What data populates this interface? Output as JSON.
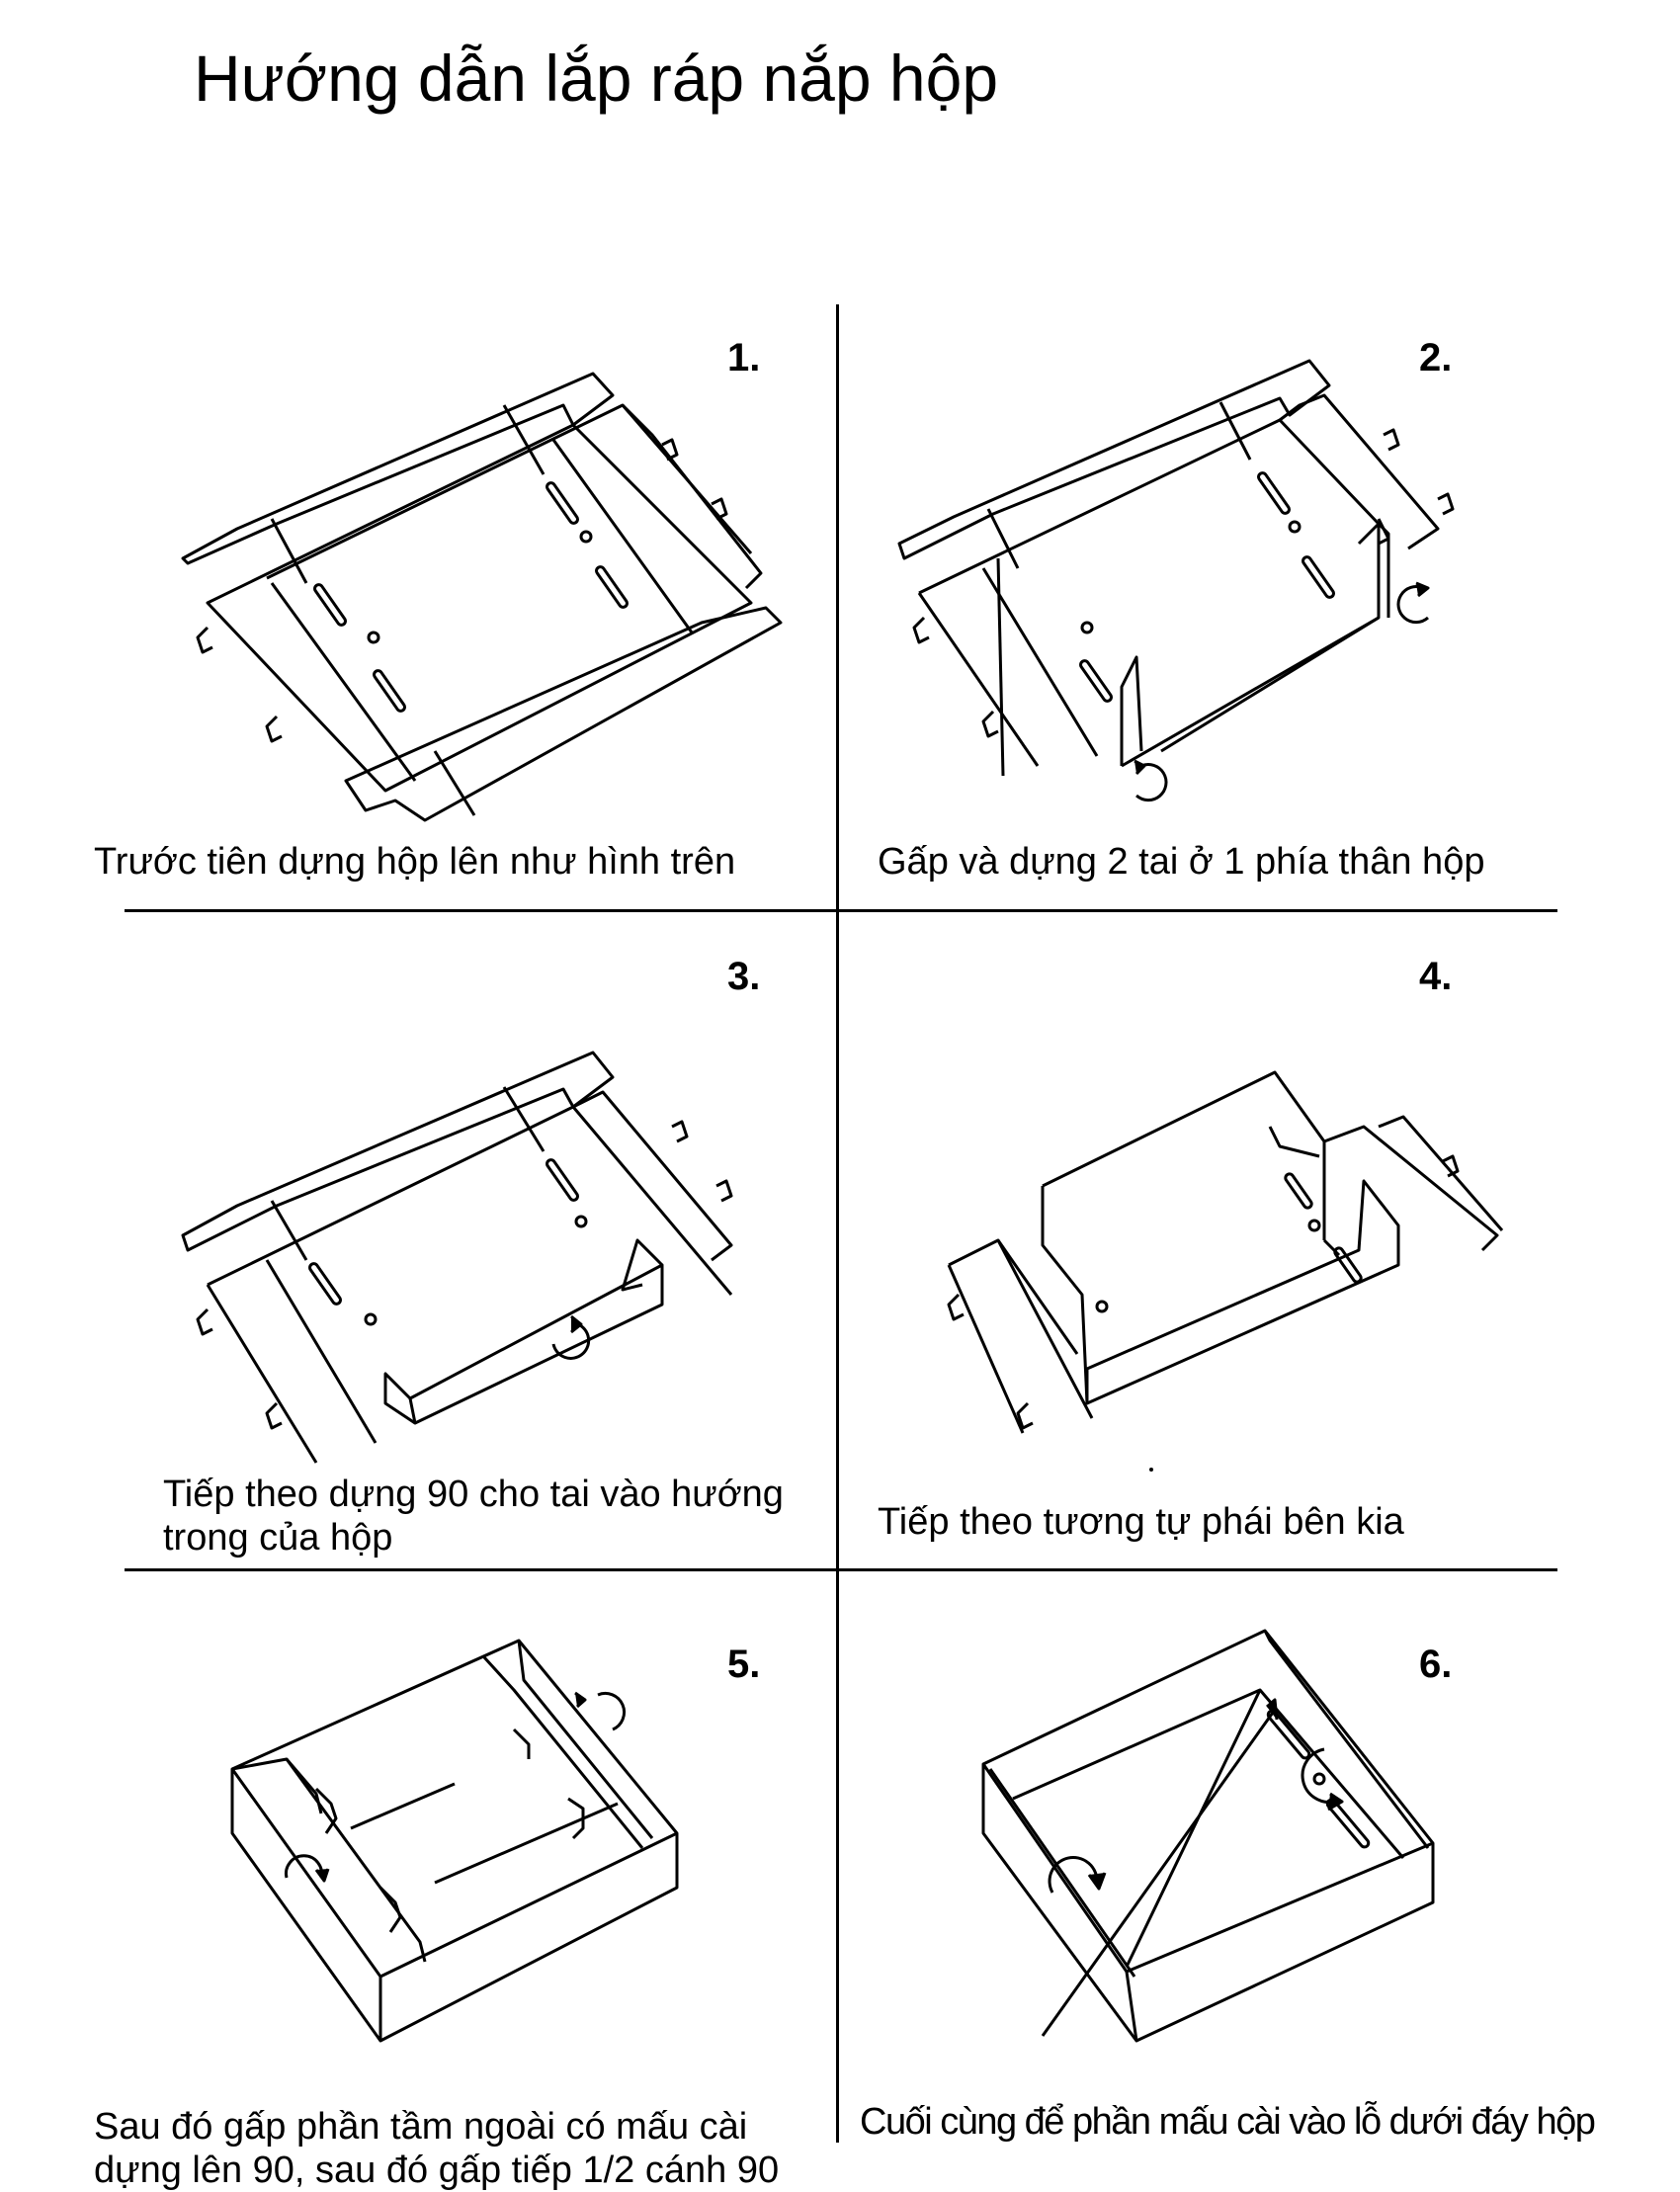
{
  "title": "Hướng dẫn lắp ráp nắp hộp",
  "steps": [
    {
      "number": "1.",
      "caption": "Trước tiên dựng hộp lên như hình trên"
    },
    {
      "number": "2.",
      "caption": "Gấp và dựng 2 tai ở 1 phía thân hộp"
    },
    {
      "number": "3.",
      "caption_line1": "Tiếp theo dựng 90 cho tai vào hướng",
      "caption_line2": "trong của hộp"
    },
    {
      "number": "4.",
      "caption": "Tiếp theo tương tự phái bên kia"
    },
    {
      "number": "5.",
      "caption_line1": "Sau đó gấp phần tầm ngoài có mấu cài",
      "caption_line2": "dựng lên 90, sau đó gấp tiếp 1/2 cánh 90"
    },
    {
      "number": "6.",
      "caption": "Cuối cùng để phần mấu cài vào lỗ dưới đáy hộp"
    }
  ]
}
